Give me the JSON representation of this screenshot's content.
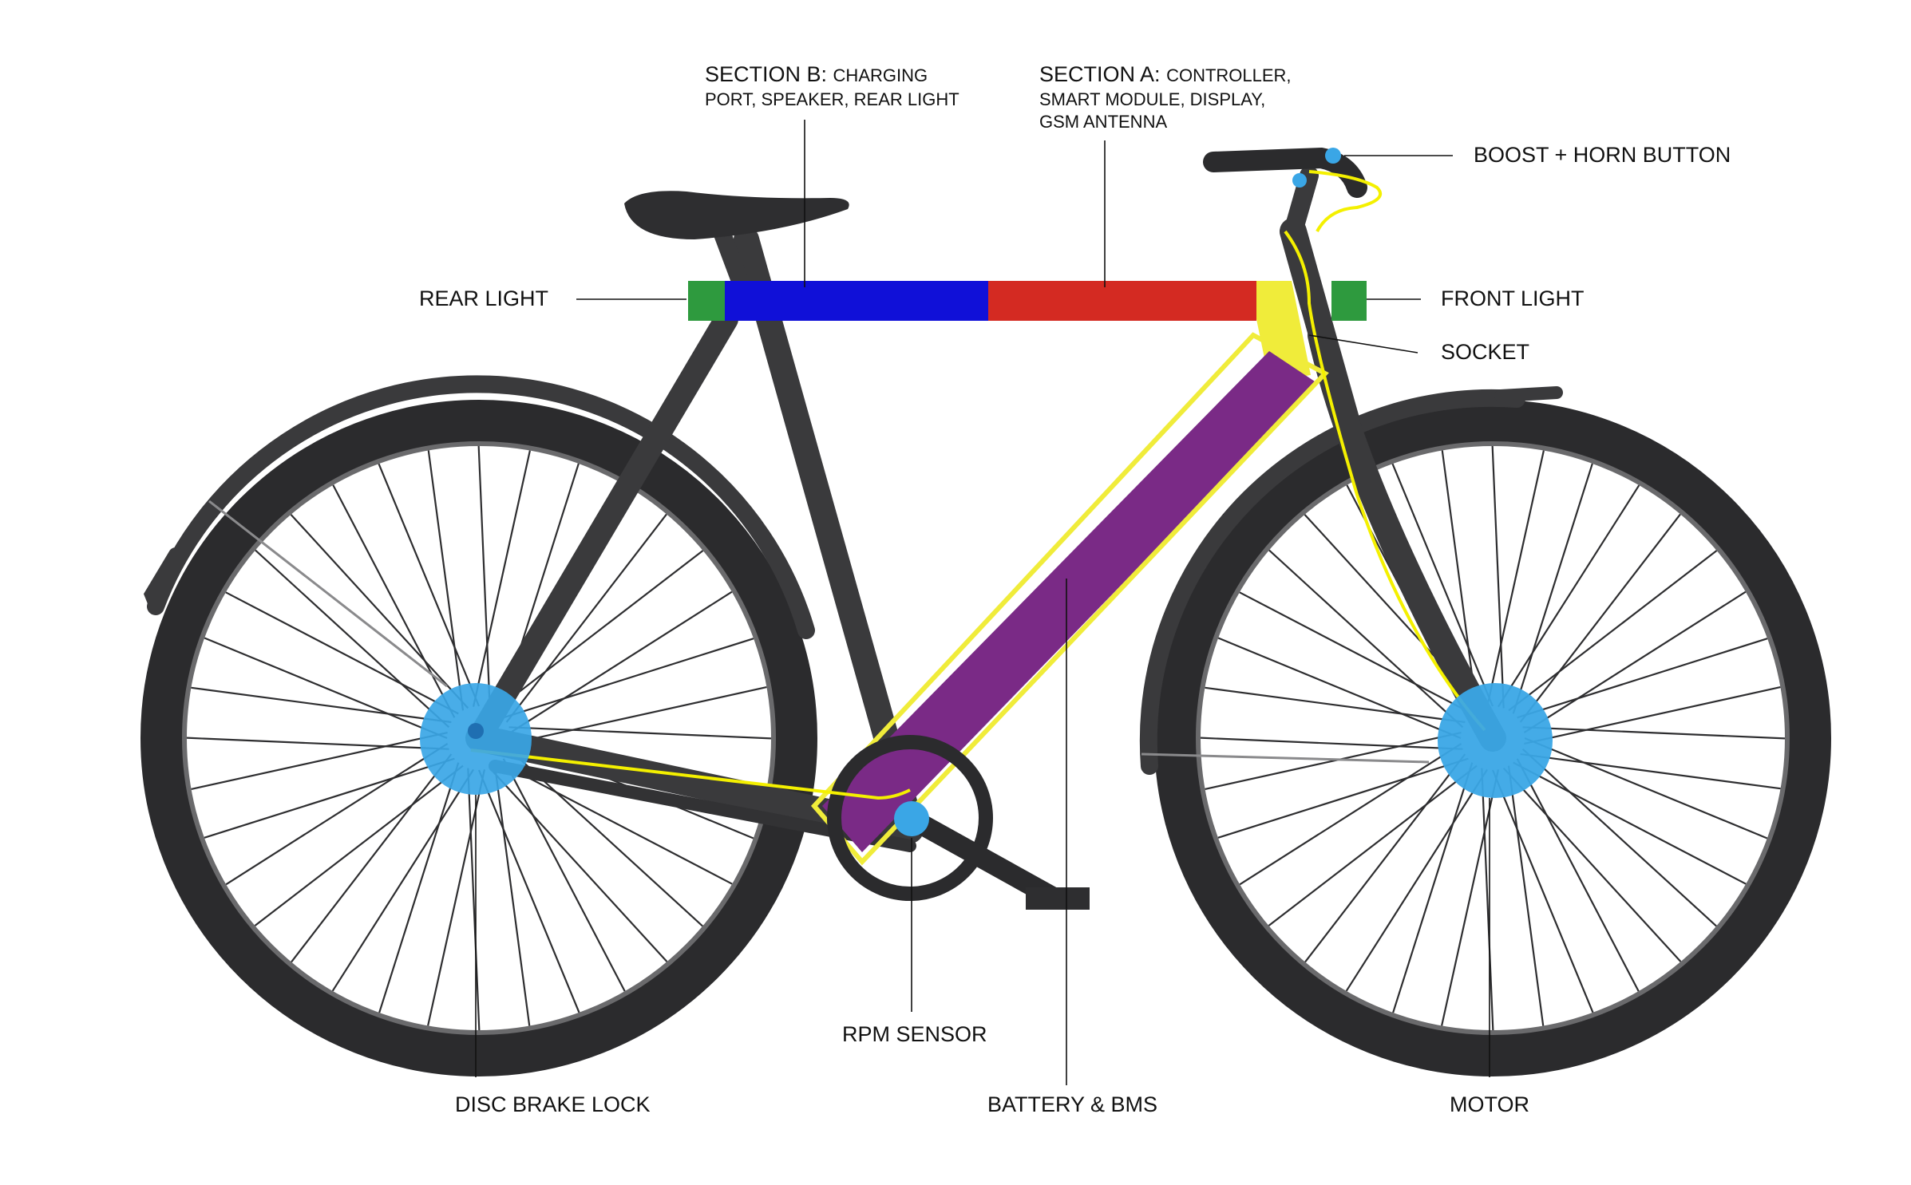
{
  "labels": {
    "section_b": {
      "head": "SECTION B:",
      "sub_line1": "CHARGING",
      "line2": "PORT, SPEAKER, REAR LIGHT"
    },
    "section_a": {
      "head": "SECTION A:",
      "sub_line1": "CONTROLLER,",
      "line2": "SMART MODULE, DISPLAY,",
      "line3": "GSM ANTENNA"
    },
    "boost_horn": "BOOST + HORN BUTTON",
    "rear_light": "REAR LIGHT",
    "front_light": "FRONT LIGHT",
    "socket": "SOCKET",
    "rpm_sensor": "RPM SENSOR",
    "disc_brake_lock": "DISC BRAKE LOCK",
    "battery_bms": "BATTERY & BMS",
    "motor": "MOTOR"
  },
  "colors": {
    "frame": "#3a3a3c",
    "tire": "#2b2b2d",
    "rim": "#5a5a5c",
    "spoke": "#2e2e30",
    "section_b": "#1010d8",
    "section_a": "#d42a22",
    "lights": "#2e9a3e",
    "battery": "#7a2a86",
    "socket": "#f0ec3a",
    "wiring": "#f4f000",
    "hub_highlight": "#3aa6e6"
  }
}
